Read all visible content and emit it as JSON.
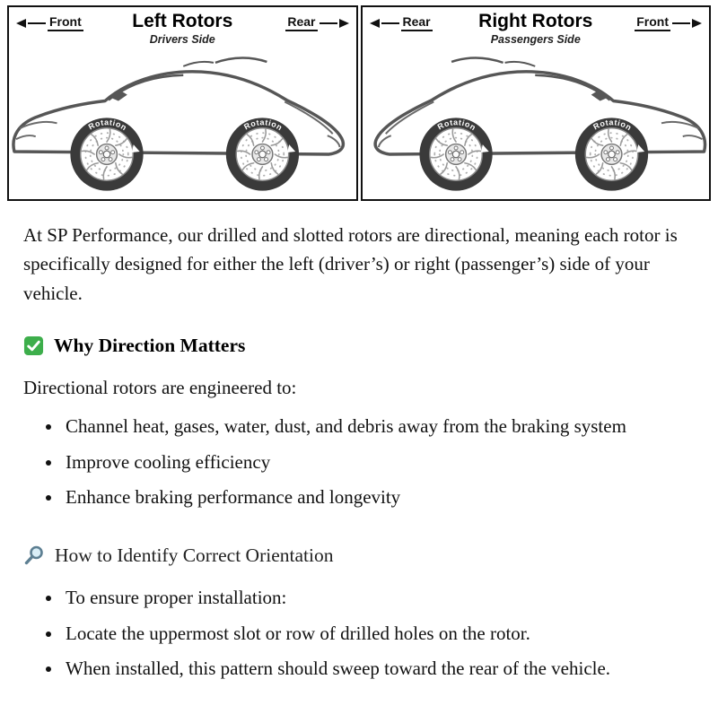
{
  "colors": {
    "diagram_border": "#111111",
    "check_green": "#3dae4b",
    "magnifier_blue_gray": "#5d7f92",
    "text": "#111111"
  },
  "diagram": {
    "left_panel": {
      "direction_left": "Front",
      "direction_right": "Rear",
      "title": "Left Rotors",
      "subtitle": "Drivers Side",
      "rotation_label": "Rotation"
    },
    "right_panel": {
      "direction_left": "Rear",
      "direction_right": "Front",
      "title": "Right Rotors",
      "subtitle": "Passengers Side",
      "rotation_label": "Rotation"
    }
  },
  "content": {
    "intro": "At SP Performance, our drilled and slotted rotors are directional, meaning each rotor is specifically designed for either the left (driver’s) or right (passenger’s) side of your vehicle.",
    "why_direction_matters": {
      "icon": "check-icon",
      "heading": "Why Direction Matters",
      "lead": "Directional rotors are engineered to:",
      "bullets": [
        "Channel heat, gases, water, dust, and debris away from the braking system",
        "Improve cooling efficiency",
        "Enhance braking performance and longevity"
      ]
    },
    "how_to_identify": {
      "icon": "magnifier-icon",
      "heading": "How to Identify Correct Orientation",
      "bullets": [
        "To ensure proper installation:",
        "Locate the uppermost slot or row of drilled holes on the rotor.",
        "When installed, this pattern should sweep toward the rear of the vehicle."
      ]
    }
  }
}
